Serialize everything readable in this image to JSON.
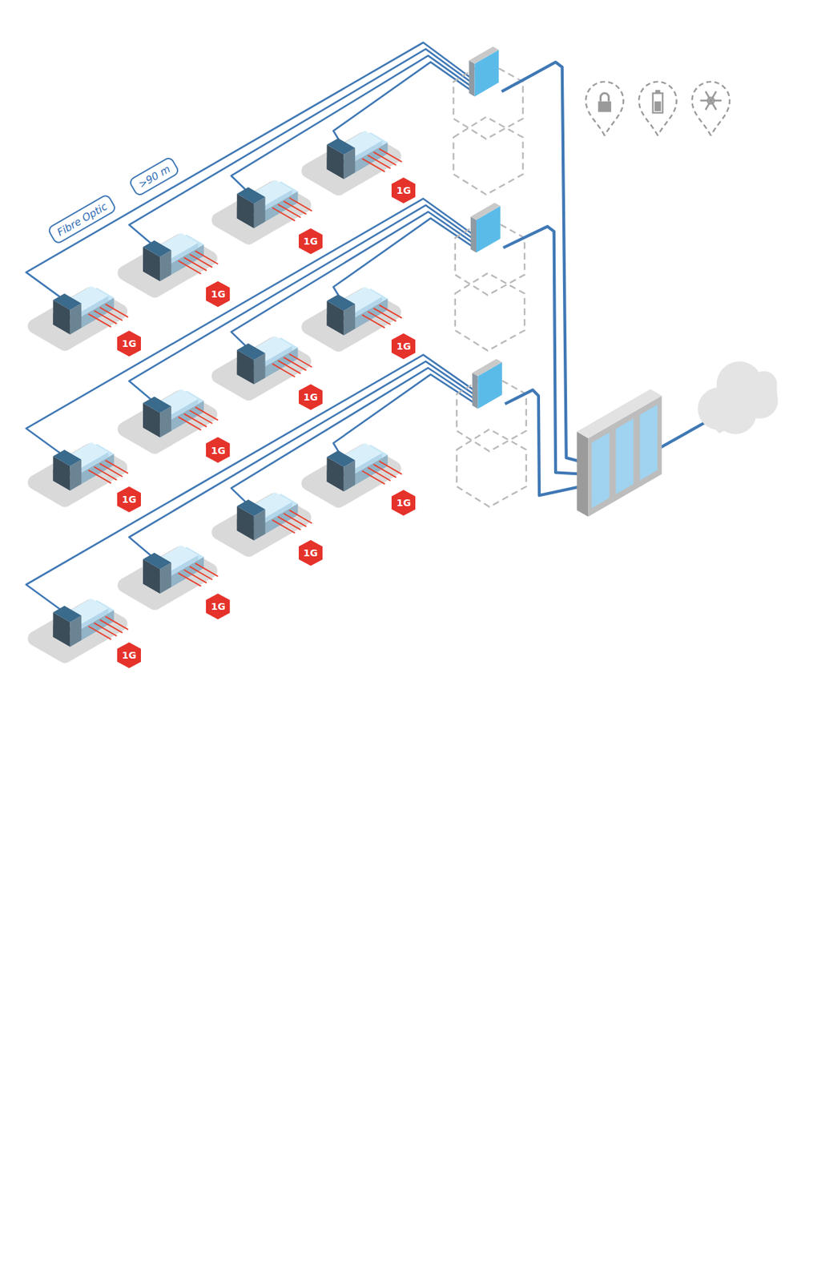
{
  "diagram": {
    "nodes": [
      {
        "text": [
          "Fibre Optic"
        ]
      },
      {
        "text": [
          ">90 m"
        ]
      },
      {
        "text": [
          "1G"
        ]
      },
      {
        "text": [
          "1G"
        ]
      },
      {
        "text": [
          "1G"
        ]
      },
      {
        "text": [
          "1G"
        ]
      },
      {
        "text": [
          "1G"
        ]
      },
      {
        "text": [
          "1G"
        ]
      },
      {
        "text": [
          "1G"
        ]
      },
      {
        "text": [
          "1G"
        ]
      },
      {
        "text": [
          "1G"
        ]
      },
      {
        "text": [
          "1G"
        ]
      },
      {
        "text": [
          "1G"
        ]
      },
      {
        "text": [
          "1G"
        ]
      }
    ]
  }
}
